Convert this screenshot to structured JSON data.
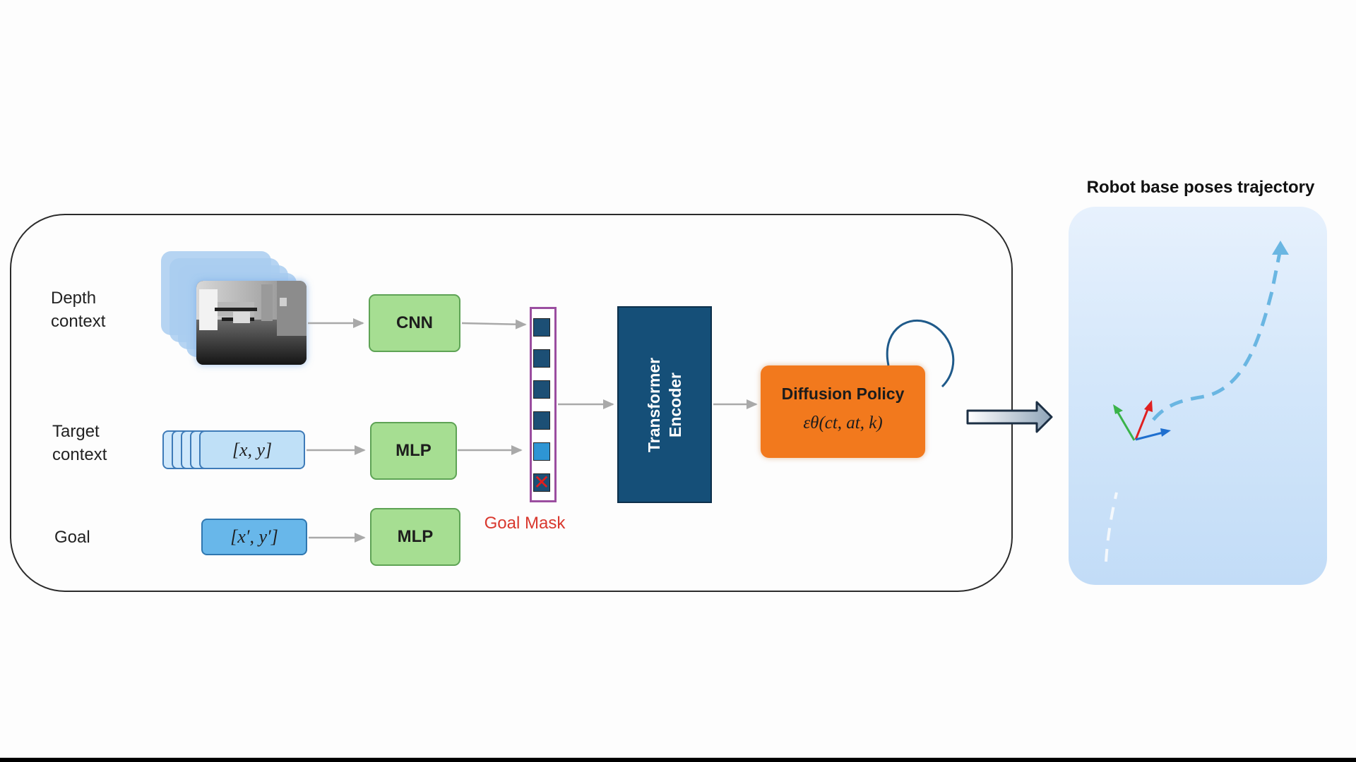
{
  "labels": {
    "depth_context": [
      "Depth",
      "context"
    ],
    "target_context": [
      "Target",
      "context"
    ],
    "goal": "Goal"
  },
  "blocks": {
    "cnn": "CNN",
    "mlp_target": "MLP",
    "mlp_goal": "MLP",
    "transformer_encoder": [
      "Transformer",
      "Encoder"
    ],
    "diffusion_policy_title": "Diffusion Policy",
    "diffusion_policy_formula": "εθ(ct, at, k)"
  },
  "inputs": {
    "target_vector": "[x, y]",
    "goal_vector": "[x′, y′]"
  },
  "goal_mask": {
    "label": "Goal Mask",
    "masked_symbol": "✕"
  },
  "trajectory": {
    "title": "Robot base poses trajectory"
  },
  "colors": {
    "green_block": "#a6de92",
    "transformer": "#154f78",
    "diffusion": "#f2791d",
    "goal_mask_label": "#d9382e",
    "mask_border": "#9b4ea0",
    "trajectory_dash": "#6ab6e2",
    "axis_x": "#1f6fcf",
    "axis_y": "#e02020",
    "axis_z": "#3ab34a"
  }
}
